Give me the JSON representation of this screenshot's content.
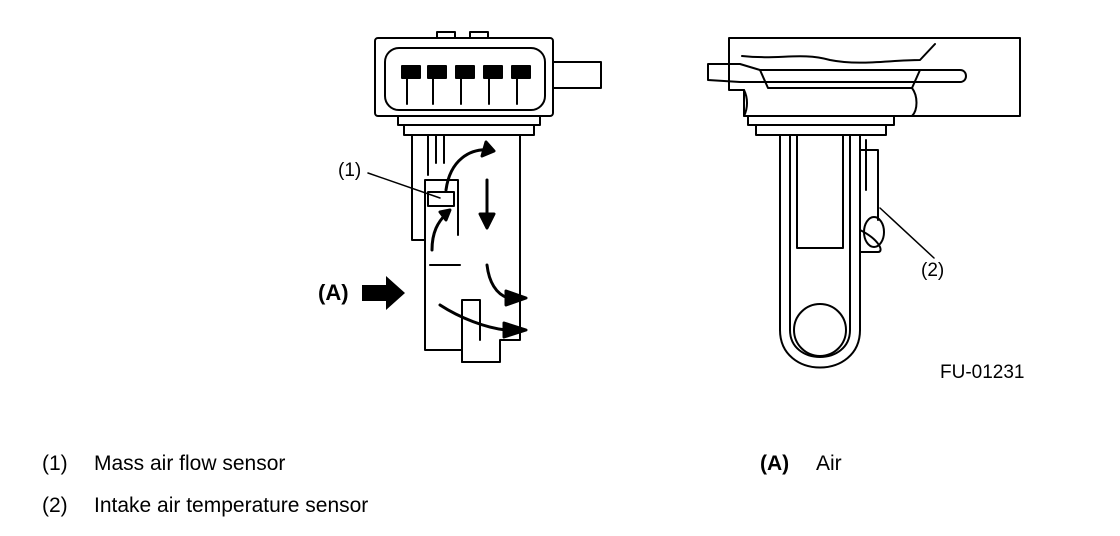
{
  "figure": {
    "id": "FU-01231",
    "callouts": {
      "c1": "(1)",
      "c2": "(2)",
      "cA": "(A)"
    }
  },
  "legend": [
    {
      "key": "(1)",
      "text": "Mass air flow sensor"
    },
    {
      "key": "(2)",
      "text": "Intake air temperature sensor"
    },
    {
      "key": "(A)",
      "text": "Air"
    }
  ]
}
